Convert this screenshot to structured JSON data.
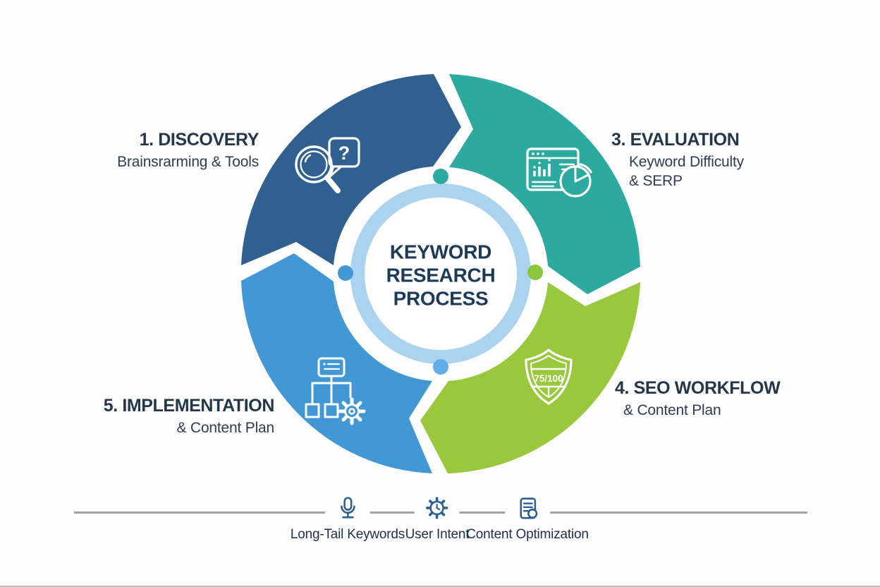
{
  "background": "#fdfdfd",
  "center": {
    "lines": [
      "KEYWORD",
      "RESEARCH",
      "PROCESS"
    ],
    "ring_color": "#a9d3ee",
    "text_color": "#1d3a58"
  },
  "segments": [
    {
      "name": "discovery",
      "label": "1. DISCOVERY",
      "sublines": [
        "Brainsrarming & Tools"
      ],
      "color": "#2f608f",
      "icon": "magnifier-question-icon",
      "icon_glyph": "?"
    },
    {
      "name": "evaluation",
      "label": "3. EVALUATION",
      "sublines": [
        "Keyword Difficulty",
        "& SERP"
      ],
      "color": "#2caaa0",
      "icon": "analytics-pie-icon"
    },
    {
      "name": "seo-workflow",
      "label": "4. SEO WORKFLOW",
      "sublines": [
        "& Content Plan"
      ],
      "color": "#9ac83c",
      "icon": "shield-score-icon",
      "icon_score": "75/100"
    },
    {
      "name": "implementation",
      "label": "5. IMPLEMENTATION",
      "sublines": [
        "& Content Plan"
      ],
      "color": "#4298d5",
      "icon": "sitemap-gear-icon"
    }
  ],
  "dots": [
    {
      "position": "top",
      "color": "#2caaa0"
    },
    {
      "position": "right",
      "color": "#8cc63e"
    },
    {
      "position": "bottom",
      "color": "#62aee6"
    },
    {
      "position": "left",
      "color": "#4298d5"
    }
  ],
  "footer": {
    "line_color": "#a2a2a2",
    "icon_color": "#2b5f92",
    "items": [
      {
        "label": "Long-Tail Keywords",
        "icon": "microphone-icon"
      },
      {
        "label": "User Intent",
        "icon": "gear-clock-icon"
      },
      {
        "label": "Content Optimization",
        "icon": "document-check-icon"
      }
    ]
  }
}
